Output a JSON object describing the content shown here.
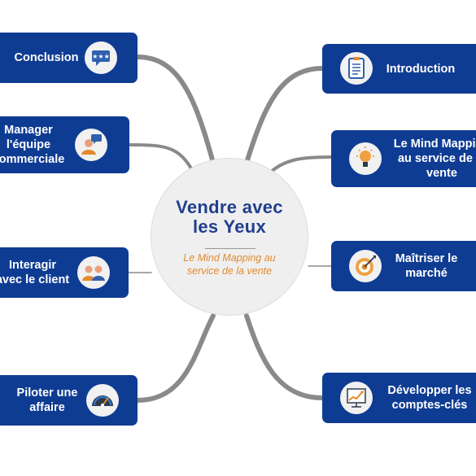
{
  "center": {
    "title": "Vendre avec\nles Yeux",
    "subtitle": "Le Mind Mapping au\nservice de la vente"
  },
  "branches": {
    "conclusion": {
      "label": "Conclusion",
      "icon": "rating-stars-chat-icon"
    },
    "manager": {
      "label": "Manager\nl'équipe\ncommerciale",
      "icon": "speaker-chat-icon"
    },
    "interagir": {
      "label": "Interagir\navec le client",
      "icon": "two-people-icon"
    },
    "piloter": {
      "label": "Piloter une\naffaire",
      "icon": "speedometer-icon"
    },
    "introduction": {
      "label": "Introduction",
      "icon": "clipboard-icon"
    },
    "mindmapping": {
      "label": "Le Mind Mapping\nau service de la\nvente",
      "icon": "lightbulb-icon"
    },
    "maitriser": {
      "label": "Maîtriser le\nmarché",
      "icon": "target-icon"
    },
    "developper": {
      "label": "Développer les\ncomptes-clés",
      "icon": "growth-chart-icon"
    }
  },
  "colors": {
    "node_fill": "#0f3c93",
    "title": "#1f3f8f",
    "subtitle": "#e38a2c",
    "connector": "#8a8a8a",
    "icon_bg": "#f1f1f1"
  }
}
